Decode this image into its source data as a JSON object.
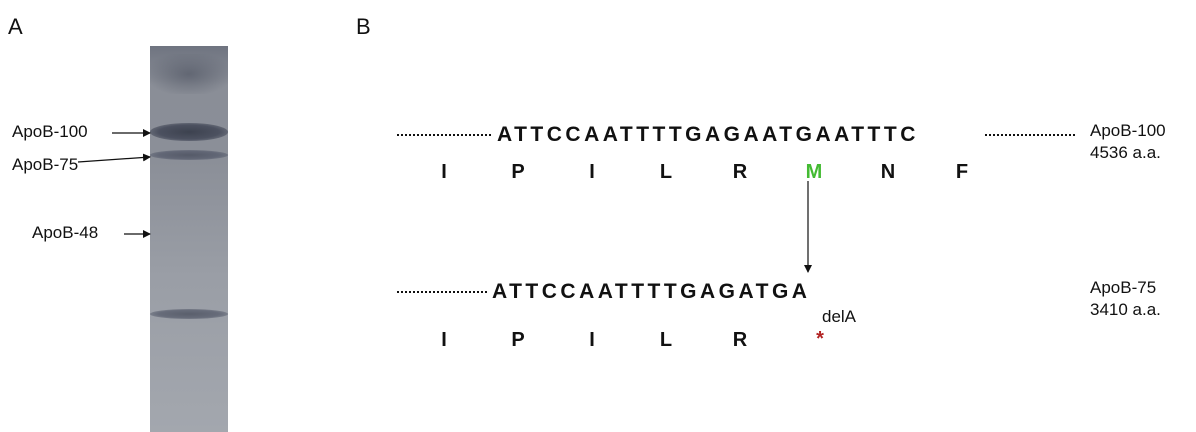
{
  "panels": {
    "a": "A",
    "b": "B"
  },
  "gel": {
    "bands": [
      {
        "label": "ApoB-100"
      },
      {
        "label": "ApoB-75"
      },
      {
        "label": "ApoB-48"
      }
    ]
  },
  "top_sequence": {
    "dna": "ATTCCAATTTTGAGAATGAATTTC",
    "amino_acids": [
      "I",
      "P",
      "I",
      "L",
      "R",
      "M",
      "N",
      "F"
    ],
    "highlight_color": "#44bb33",
    "protein": "ApoB-100",
    "length": "4536 a.a."
  },
  "mutation": "delA",
  "bottom_sequence": {
    "dna": "ATTCCAATTTTGAGATGA",
    "amino_acids": [
      "I",
      "P",
      "I",
      "L",
      "R",
      "*"
    ],
    "stop_color": "#b22222",
    "protein": "ApoB-75",
    "length": "3410 a.a."
  }
}
